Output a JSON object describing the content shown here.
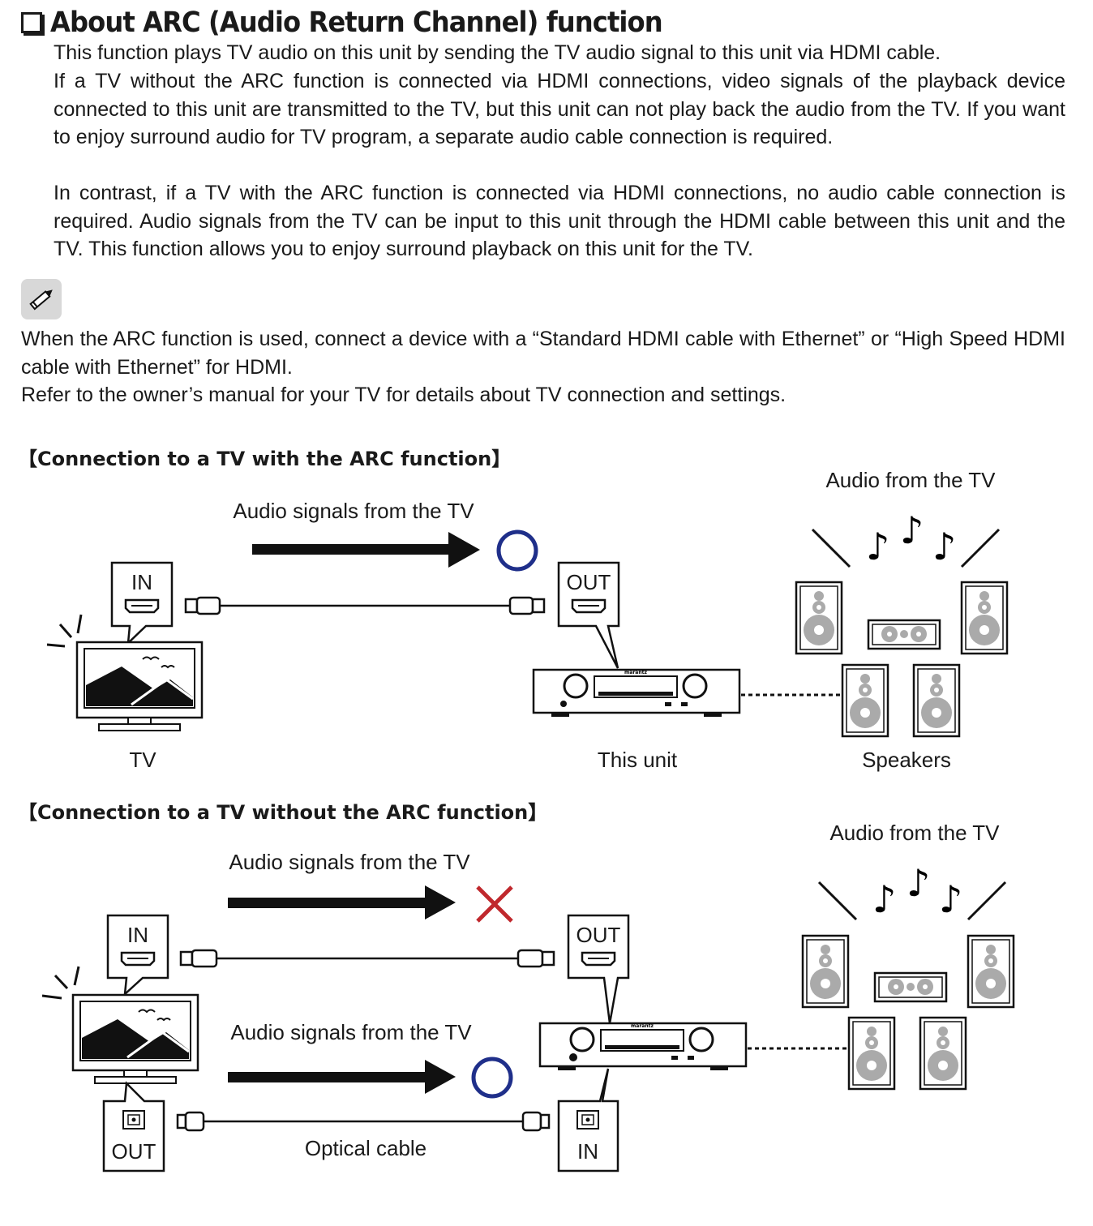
{
  "title": "About ARC (Audio Return Channel) function",
  "paragraphs": [
    "This function plays TV audio on this unit by sending the TV audio signal to this unit via HDMI cable.",
    "If a TV without the ARC function is connected via HDMI connections, video signals of the playback device connected to this unit are transmitted to the TV, but this unit can not play back the audio from the TV. If you want to enjoy surround audio for TV program, a separate audio cable connection is required.",
    "In contrast, if a TV with the ARC function is connected via HDMI connections, no audio cable connection is required. Audio signals from the TV can be input to this unit through the HDMI cable between this unit and the TV. This function allows you to enjoy surround playback on this unit for the TV."
  ],
  "note": {
    "icon": "pencil-icon",
    "lines": [
      "When the ARC function is used, connect a device with a “Standard HDMI cable with Ethernet” or “High Speed HDMI cable with Ethernet” for HDMI.",
      "Refer to the owner’s manual for your TV for details about TV connection and settings."
    ]
  },
  "diagram_arc": {
    "heading": "【Connection to a TV with the ARC function】",
    "audio_signal_label": "Audio signals from the TV",
    "audio_from_tv": "Audio from the TV",
    "tv_port": "IN",
    "unit_port": "OUT",
    "tv_label": "TV",
    "unit_label": "This unit",
    "speakers_label": "Speakers",
    "brand": "marantz",
    "signal_status": "circle",
    "status_color": "#1f2f8a"
  },
  "diagram_no_arc": {
    "heading": "【Connection to a TV without the ARC function】",
    "audio_signal_label_hdmi": "Audio signals from the TV",
    "audio_signal_label_optical": "Audio signals from the TV",
    "audio_from_tv": "Audio from the TV",
    "tv_hdmi_port": "IN",
    "unit_hdmi_port": "OUT",
    "tv_optical_port": "OUT",
    "unit_optical_port": "IN",
    "optical_cable_label": "Optical cable",
    "brand": "marantz",
    "hdmi_status": "cross",
    "optical_status": "circle",
    "cross_color": "#c0282d",
    "circle_color": "#1f2f8a"
  }
}
